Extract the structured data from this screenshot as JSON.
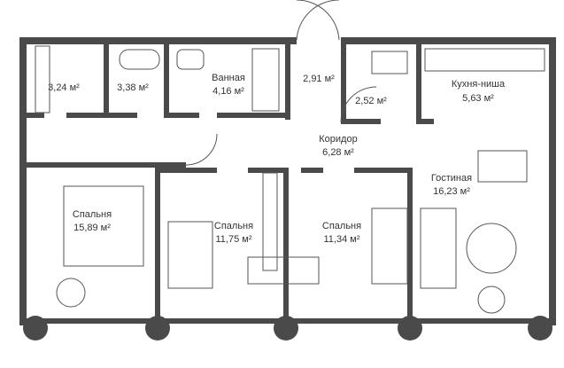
{
  "rooms": [
    {
      "id": "closet",
      "name": "",
      "area": "3,24 м²"
    },
    {
      "id": "wc",
      "name": "",
      "area": "3,38 м²"
    },
    {
      "id": "bathroom",
      "name": "Ванная",
      "area": "4,16 м²"
    },
    {
      "id": "entry",
      "name": "",
      "area": "2,91 м²"
    },
    {
      "id": "storage",
      "name": "",
      "area": "2,52 м²"
    },
    {
      "id": "kitchen",
      "name": "Кухня-ниша",
      "area": "5,63 м²"
    },
    {
      "id": "corridor",
      "name": "Коридор",
      "area": "6,28 м²"
    },
    {
      "id": "bedroom1",
      "name": "Спальня",
      "area": "15,89 м²"
    },
    {
      "id": "bedroom2",
      "name": "Спальня",
      "area": "11,75 м²"
    },
    {
      "id": "bedroom3",
      "name": "Спальня",
      "area": "11,34 м²"
    },
    {
      "id": "living",
      "name": "Гостиная",
      "area": "16,23 м²"
    }
  ],
  "colors": {
    "wall": "#4a4a4a",
    "line": "#555555"
  }
}
